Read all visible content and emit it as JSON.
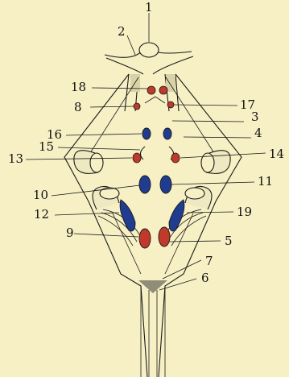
{
  "figure": {
    "labels": {
      "l1": "1",
      "l2": "2",
      "l3": "3",
      "l4": "4",
      "l5": "5",
      "l6": "6",
      "l7": "7",
      "l8": "8",
      "l9": "9",
      "l10": "10",
      "l11": "11",
      "l12": "12",
      "l13": "13",
      "l14": "14",
      "l15": "15",
      "l16": "16",
      "l17": "17",
      "l18": "18",
      "l19": "19"
    },
    "colors": {
      "background": "#f6f0c4",
      "line": "#1a1a1a",
      "red_nucleus": "#c0392b",
      "blue_nucleus": "#1f3c8f"
    }
  }
}
